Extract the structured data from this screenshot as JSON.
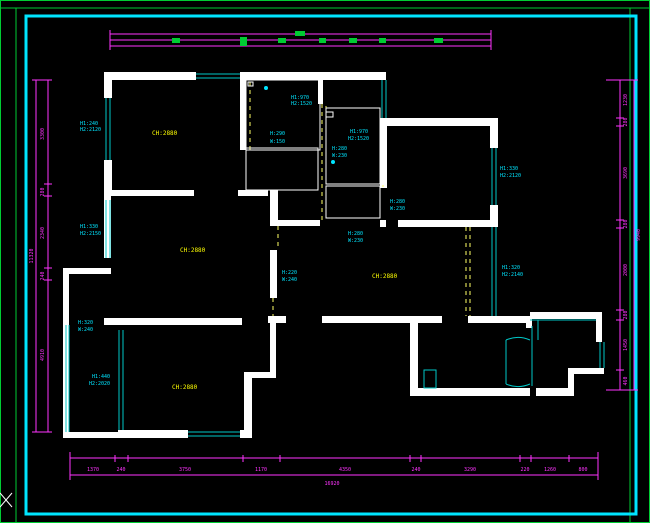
{
  "colors": {
    "background": "#000000",
    "wall": "#ffffff",
    "frame": "#00e5ff",
    "dimension": "#ff33ff",
    "opening": "#00c8c8",
    "room_text": "#ffff00",
    "window_text": "#00e5ff",
    "marker": "#00cc33",
    "dashed": "#ffff66"
  },
  "rooms": [
    {
      "id": "room-top-left",
      "text": "CH:2880"
    },
    {
      "id": "room-living",
      "text": "CH:2880"
    },
    {
      "id": "room-center",
      "text": "CH:2880"
    },
    {
      "id": "room-bottom-left",
      "text": "CH:2880"
    }
  ],
  "openings": [
    {
      "id": "open-1a",
      "text": "H1:240"
    },
    {
      "id": "open-1b",
      "text": "H2:2120"
    },
    {
      "id": "open-2a",
      "text": "H1:970"
    },
    {
      "id": "open-2b",
      "text": "H2:1520"
    },
    {
      "id": "open-3a",
      "text": "H:290"
    },
    {
      "id": "open-3b",
      "text": "W:150"
    },
    {
      "id": "open-4a",
      "text": "H1:970"
    },
    {
      "id": "open-4b",
      "text": "H2:1520"
    },
    {
      "id": "open-5a",
      "text": "H:280"
    },
    {
      "id": "open-5b",
      "text": "W:230"
    },
    {
      "id": "open-6a",
      "text": "H1:330"
    },
    {
      "id": "open-6b",
      "text": "H2:2120"
    },
    {
      "id": "open-7a",
      "text": "H:280"
    },
    {
      "id": "open-7b",
      "text": "W:230"
    },
    {
      "id": "open-8a",
      "text": "H:280"
    },
    {
      "id": "open-8b",
      "text": "W:230"
    },
    {
      "id": "open-9a",
      "text": "H1:330"
    },
    {
      "id": "open-9b",
      "text": "H2:2150"
    },
    {
      "id": "open-10a",
      "text": "H:220"
    },
    {
      "id": "open-10b",
      "text": "W:240"
    },
    {
      "id": "open-11a",
      "text": "H1:320"
    },
    {
      "id": "open-11b",
      "text": "H2:2140"
    },
    {
      "id": "open-12a",
      "text": "H:320"
    },
    {
      "id": "open-12b",
      "text": "W:240"
    },
    {
      "id": "open-13a",
      "text": "H1:440"
    },
    {
      "id": "open-13b",
      "text": "H2:2020"
    }
  ],
  "dimensions": {
    "bottom_segments": [
      "1370",
      "240",
      "3750",
      "1170",
      "4350",
      "240",
      "3290",
      "220",
      "1260",
      "800"
    ],
    "bottom_total": "16920",
    "left_segments": [
      "3300",
      "280",
      "2340",
      "240",
      "4910"
    ],
    "left_total": "11320",
    "right_segments": [
      "1230",
      "280",
      "3690",
      "280",
      "2000",
      "280",
      "1450",
      "460"
    ],
    "right_total": "9940"
  }
}
